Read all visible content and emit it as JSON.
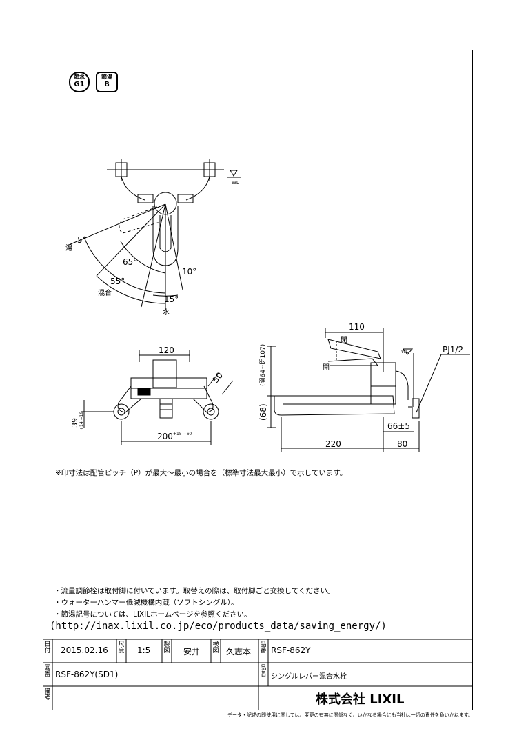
{
  "badges": [
    {
      "top": "節水",
      "bottom": "G1"
    },
    {
      "top": "節湯",
      "bottom": "B"
    }
  ],
  "drawing": {
    "top_view": {
      "label_hot": "湯",
      "label_mix": "混合",
      "label_water": "水",
      "angle_5": "5°",
      "angle_65": "65°",
      "angle_55": "55°",
      "angle_10": "10°",
      "angle_15": "15°",
      "wl_mark": "WL"
    },
    "front_view": {
      "dim_120": "120",
      "dim_50": "50",
      "dim_39": "39",
      "dim_39_tol": "+14 −19",
      "dim_200": "200",
      "dim_200_tol": "+15 −60"
    },
    "side_view": {
      "dim_110": "110",
      "label_close": "閉",
      "label_open": "開",
      "dim_height": "(開64~閉107)",
      "dim_68": "(68)",
      "dim_220": "220",
      "dim_80": "80",
      "dim_66": "66±5",
      "wl_mark": "WL",
      "pipe_spec": "PJ1/2"
    }
  },
  "footnote": "※印寸法は配管ピッチ（P）が最大～最小の場合を（標準寸法最大最小）で示しています。",
  "notes": [
    "・流量調節栓は取付脚に付いています。取替えの際は、取付脚ごと交換してください。",
    "・ウォーターハンマー低減機構内蔵（ソフトシングル）。",
    "・節湯記号については、LIXILホームページを参照ください。"
  ],
  "url": "(http://inax.lixil.co.jp/eco/products_data/saving_energy/)",
  "title_block": {
    "date_label": "日付",
    "date": "2015.02.16",
    "scale_label": "尺度",
    "scale": "1:5",
    "drawn_label": "製図",
    "drawn_by": "安井",
    "checked_label": "検図",
    "checked_by": "久志本",
    "part_no_label": "品番",
    "part_no": "RSF-862Y",
    "drawing_no_label": "図番",
    "drawing_no": "RSF-862Y(SD1)",
    "product_name_label": "品名",
    "product_name": "シングルレバー混合水栓",
    "remarks_label": "備考",
    "company": "株式会社 LIXIL"
  },
  "disclaimer": "データ・記述の即使用に関しては、変更の有無に関係なく、いかなる場合にも当社は一切の責任を負いかねます。"
}
